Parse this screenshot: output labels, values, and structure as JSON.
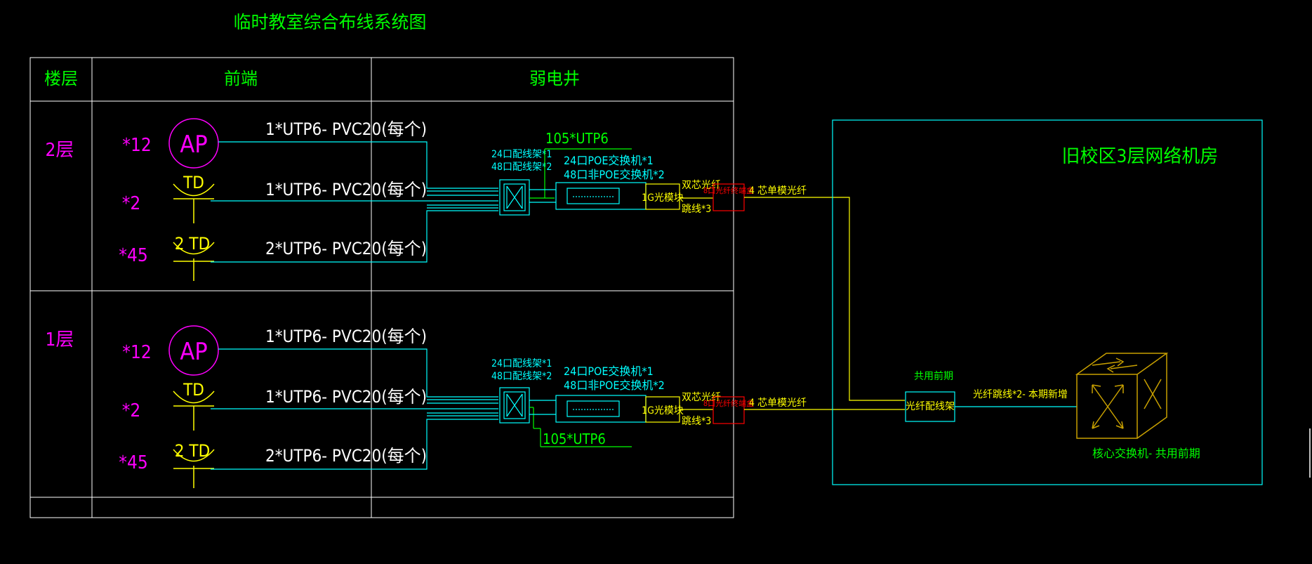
{
  "title": "临时教室综合布线系统图",
  "headers": {
    "floor": "楼层",
    "front": "前端",
    "shaft": "弱电井"
  },
  "floors": [
    {
      "label": "2层",
      "ap_count": "*12",
      "td_count": "*2",
      "td2_count": "*45",
      "ap_symbol": "AP",
      "td_symbol": "TD",
      "td2_symbol": "2 TD",
      "cable_ap": "1*UTP6- PVC20(每个)",
      "cable_td": "1*UTP6- PVC20(每个)",
      "cable_td2": "2*UTP6- PVC20(每个)",
      "patch_label_1": "24口配线架*1",
      "patch_label_2": "48口配线架*2",
      "utp_trunk": "105*UTP6",
      "switch_label_1": "24口POE交换机*1",
      "switch_label_2": "48口非POE交换机*2",
      "fiber_module": "1G光模块",
      "patch_fiber_1": "双芯光纤",
      "patch_fiber_2": "跳线*3",
      "odf_label": "8口光纤终端盒",
      "backbone": "4 芯单模光纤"
    },
    {
      "label": "1层",
      "ap_count": "*12",
      "td_count": "*2",
      "td2_count": "*45",
      "ap_symbol": "AP",
      "td_symbol": "TD",
      "td2_symbol": "2 TD",
      "cable_ap": "1*UTP6- PVC20(每个)",
      "cable_td": "1*UTP6- PVC20(每个)",
      "cable_td2": "2*UTP6- PVC20(每个)",
      "patch_label_1": "24口配线架*1",
      "patch_label_2": "48口配线架*2",
      "utp_trunk": "105*UTP6",
      "switch_label_1": "24口POE交换机*1",
      "switch_label_2": "48口非POE交换机*2",
      "fiber_module": "1G光模块",
      "patch_fiber_1": "双芯光纤",
      "patch_fiber_2": "跳线*3",
      "odf_label": "8口光纤终端盒",
      "backbone": "4 芯单模光纤"
    }
  ],
  "room": {
    "title": "旧校区3层网络机房",
    "shared_label": "共用前期",
    "odf_box": "光纤配线架",
    "fiber_link": "光纤跳线*2- 本期新增",
    "core_label": "核心交换机- 共用前期"
  },
  "colors": {
    "background": "#000000",
    "grid": "#ffffff",
    "green_text": "#00ff00",
    "magenta": "#ff00ff",
    "cyan": "#00ffff",
    "yellow": "#ffff00",
    "red": "#ff0000",
    "gold": "#c8a000"
  }
}
